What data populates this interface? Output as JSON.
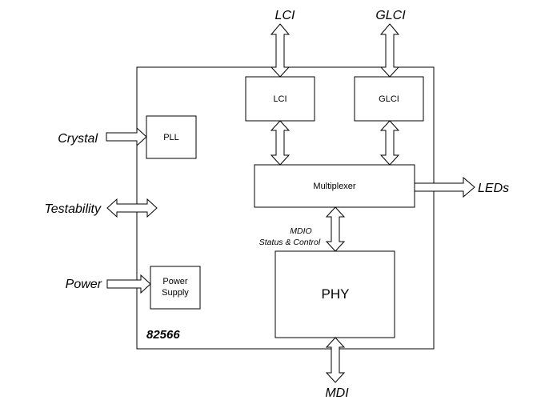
{
  "external": {
    "lci": "LCI",
    "glci": "GLCI",
    "crystal": "Crystal",
    "testability": "Testability",
    "power": "Power",
    "leds": "LEDs",
    "mdi": "MDI"
  },
  "blocks": {
    "lci": "LCI",
    "glci": "GLCI",
    "pll": "PLL",
    "power_supply_line1": "Power",
    "power_supply_line2": "Supply",
    "multiplexer": "Multiplexer",
    "phy": "PHY"
  },
  "labels": {
    "mdio": "MDIO",
    "status_control": "Status & Control",
    "chip_name": "82566"
  }
}
